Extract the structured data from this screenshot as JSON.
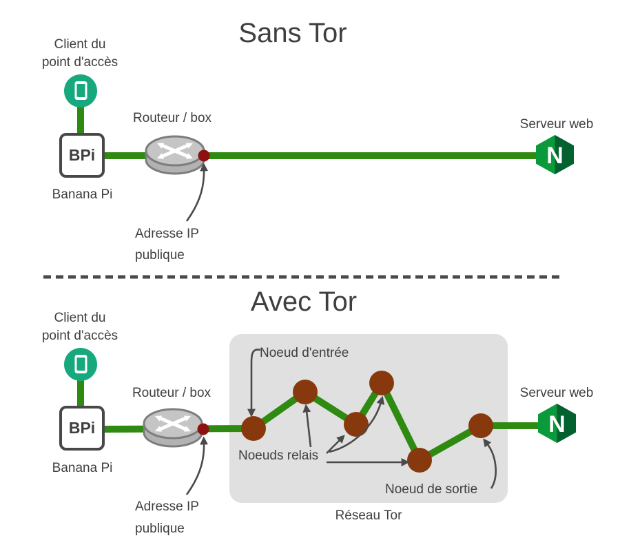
{
  "sections": {
    "sans_tor": {
      "title": "Sans Tor",
      "client_label_line1": "Client du",
      "client_label_line2": "point d'accès",
      "device_label": "BPi",
      "device_caption": "Banana Pi",
      "router_label": "Routeur / box",
      "ip_label_line1": "Adresse IP",
      "ip_label_line2": "publique",
      "server_label": "Serveur web",
      "server_logo_letter": "N"
    },
    "avec_tor": {
      "title": "Avec Tor",
      "client_label_line1": "Client du",
      "client_label_line2": "point d'accès",
      "device_label": "BPi",
      "device_caption": "Banana Pi",
      "router_label": "Routeur / box",
      "ip_label_line1": "Adresse IP",
      "ip_label_line2": "publique",
      "server_label": "Serveur web",
      "server_logo_letter": "N",
      "tor_network": {
        "entry_node_label": "Noeud d'entrée",
        "relay_nodes_label": "Noeuds relais",
        "exit_node_label": "Noeud de sortie",
        "network_label": "Réseau Tor",
        "node_count": 6
      }
    }
  },
  "colors": {
    "link_green": "#2e8a10",
    "client_teal": "#17a87e",
    "node_brown": "#87390d",
    "ip_dot_red": "#8c1111",
    "tor_box_gray": "#e0e0e0",
    "text_gray": "#3f3f3f",
    "annotation_gray": "#4a4a4a",
    "box_border": "#484848",
    "router_body_gray": "#b2b2b2",
    "router_top_gray": "#c5c5c5",
    "router_stroke_gray": "#7d7d7d",
    "nginx_green": "#0a9a3c",
    "nginx_dark_green": "#02612f"
  }
}
